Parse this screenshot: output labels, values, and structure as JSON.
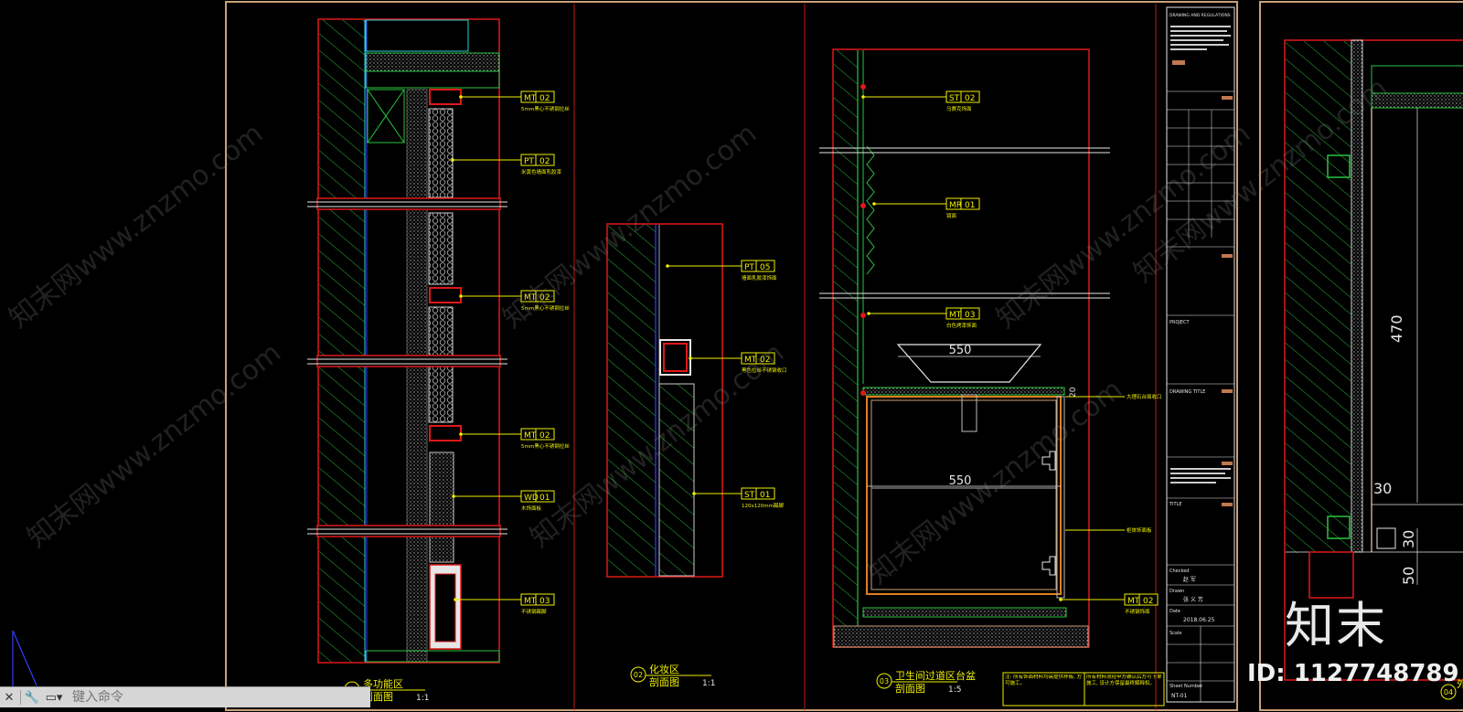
{
  "command_bar": {
    "close_icon": "close-icon",
    "tool_icon": "wrench-icon",
    "prompt_icon": "command-prompt-icon",
    "placeholder": "键入命令"
  },
  "drawing": {
    "panel1": {
      "title": "多功能区",
      "subtitle": "剖面图",
      "number": "01",
      "scale": "1:1",
      "callouts": [
        {
          "code": "MT",
          "num": "02",
          "note": "5mm黑心不锈钢拉丝"
        },
        {
          "code": "PT",
          "num": "02",
          "note": "米黄色墙面乳胶漆"
        },
        {
          "code": "MT",
          "num": "02",
          "note": "5mm黑心不锈钢拉丝"
        },
        {
          "code": "MT",
          "num": "02",
          "note": "5mm黑心不锈钢拉丝"
        },
        {
          "code": "WD",
          "num": "01",
          "note": "木饰面板"
        },
        {
          "code": "MT",
          "num": "03",
          "note": "不锈钢踢脚"
        }
      ]
    },
    "panel2": {
      "title": "化妆区",
      "subtitle": "剖面图",
      "number": "02",
      "scale": "1:1",
      "callouts": [
        {
          "code": "PT",
          "num": "05",
          "note": "墙面乳胶漆饰面"
        },
        {
          "code": "MT",
          "num": "02",
          "note": "黑色拉丝不锈钢收口"
        },
        {
          "code": "ST",
          "num": "01",
          "note": "120x120mm踢脚"
        }
      ]
    },
    "panel3": {
      "title": "卫生间过道区台盆",
      "subtitle": "剖面图",
      "number": "03",
      "scale": "1:5",
      "dim_top": "550",
      "dim_mid": "550",
      "dim_side": "20",
      "callouts": [
        {
          "code": "ST",
          "num": "02",
          "note": "马赛克饰面"
        },
        {
          "code": "MR",
          "num": "01",
          "note": "镜面"
        },
        {
          "code": "MT",
          "num": "03",
          "note": "白色烤漆饰面"
        },
        {
          "code": "MT",
          "num": "02",
          "note": "不锈钢饰面"
        }
      ],
      "side_notes": [
        "大理石台面收口",
        "柜体饰面板"
      ],
      "notes_box_left": "注: 所有饰面材料均需提供样板, 方可施工。",
      "notes_box_right": "所有材料须经甲方确认后方可下单施工, 设计方保留最终解释权。"
    },
    "panel4": {
      "dims": [
        "470",
        "30",
        "30",
        "50"
      ],
      "number": "04",
      "title": "外"
    },
    "title_block": {
      "company": "DRAWING AND REGULATIONS",
      "labels": [
        "PROJECT",
        "DRAWING TITLE",
        "TITLE",
        "Checked",
        "Drawn",
        "Date",
        "Scale",
        "Sheet Number"
      ],
      "checked": "赵 军",
      "drawn": "张 义 芳",
      "date": "2018.06.25",
      "sheet": "NT-01"
    }
  },
  "watermark": {
    "logo": "知末",
    "id": "ID: 1127748789",
    "text": "知末网www.znzmo.com"
  },
  "colors": {
    "frame": "#c8a07a",
    "red": "#e01818",
    "yellow": "#f0f000",
    "green": "#29c441",
    "cyan": "#30d0d0",
    "blue": "#3040ff",
    "white": "#e6e6e6"
  }
}
